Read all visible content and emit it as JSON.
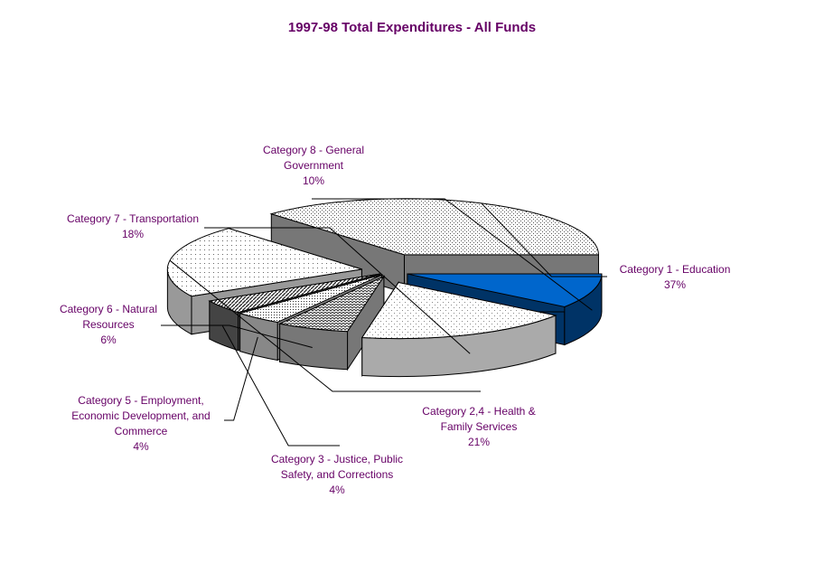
{
  "chart_data": {
    "type": "pie",
    "title": "1997-98 Total Expenditures - All Funds",
    "categories": [
      "Category 1 - Education",
      "Category 2,4 - Health & Family Services",
      "Category 3 - Justice, Public Safety, and Corrections",
      "Category 5 - Employment, Economic Development, and Commerce",
      "Category 6 - Natural Resources",
      "Category 7 - Transportation",
      "Category 8 - General Government"
    ],
    "values": [
      37,
      21,
      4,
      4,
      6,
      18,
      10
    ],
    "value_labels": [
      "37%",
      "21%",
      "4%",
      "4%",
      "6%",
      "18%",
      "10%"
    ],
    "exploded": true,
    "three_d": true,
    "highlight_color": "#0066cc",
    "text_color": "#660066"
  }
}
